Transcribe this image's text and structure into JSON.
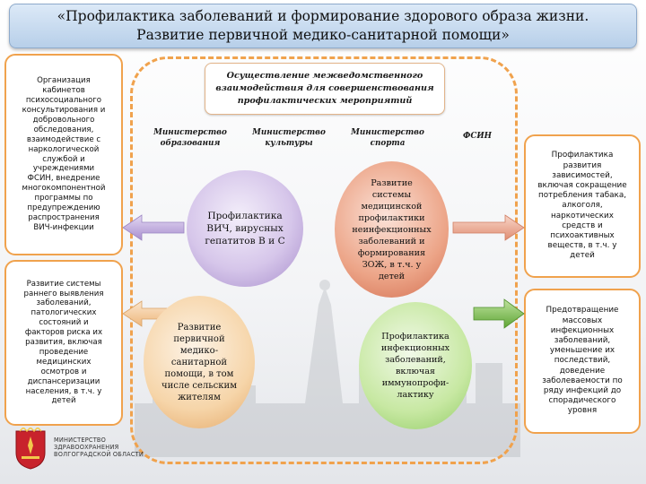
{
  "header": {
    "title_line1": "«Профилактика заболеваний и формирование здорового образа жизни.",
    "title_line2": "Развитие первичной медико-санитарной помощи»"
  },
  "left_boxes": [
    {
      "text": "Организация\nкабинетов\nпсихосоциального\nконсультирования и\nдобровольного\nобследования,\nвзаимодействие с\nнаркологической\nслужбой и\nучреждениями\nФСИН, внедрение\nмногокомпонентной\nпрограммы по\nпредупреждению\nраспространения\nВИЧ-инфекции"
    },
    {
      "text": "Развитие системы\nраннего выявления\nзаболеваний,\nпатологических\nсостояний и\nфакторов риска их\nразвития, включая\nпроведение\nмедицинских\nосмотров и\nдиспансеризации\nнаселения, в т.ч. у\nдетей"
    }
  ],
  "right_boxes": [
    {
      "text": "Профилактика\nразвития\nзависимостей,\nвключая сокращение\nпотребления табака,\nалкоголя,\nнаркотических\nсредств и\nпсихоактивных\nвеществ, в т.ч. у\nдетей"
    },
    {
      "text": "Предотвращение\nмассовых\nинфекционных\nзаболеваний,\nуменьшение их\nпоследствий,\nдоведение\nзаболеваемости по\nряду инфекций до\nспорадического\nуровня"
    }
  ],
  "interagency": {
    "text": "Осуществление межведомственного\nвзаимодействия для совершенствования\nпрофилактических мероприятий"
  },
  "ministries": [
    {
      "label": "Министерство\nобразования"
    },
    {
      "label": "Министерство\nкультуры"
    },
    {
      "label": "Министерство\nспорта"
    },
    {
      "label": "ФСИН"
    }
  ],
  "circles": {
    "hiv": "Профилактика\nВИЧ, вирусных\nгепатитов В и С",
    "ncd": "Развитие\nсистемы\nмедицинской\nпрофилактики\nнеинфекционных\nзаболеваний и\nформирования\nЗОЖ, в т.ч. у\nдетей",
    "pmsp": "Развитие\nпервичной\nмедико-\nсанитарной\nпомощи, в том\nчисле сельским\nжителям",
    "inf": "Профилактика\nинфекционных\nзаболеваний,\nвключая\nиммунопрофи-\nлактику"
  },
  "footer": {
    "line1": "МИНИСТЕРСТВО",
    "line2": "ЗДРАВООХРАНЕНИЯ",
    "line3": "ВОЛГОГРАДСКОЙ ОБЛАСТИ"
  },
  "colors": {
    "title_bg": "#c6daf0",
    "frame_orange": "#f0a24d",
    "arrow_purple": "#b9a3d8",
    "arrow_pink": "#e89880",
    "arrow_peach": "#f2c594",
    "arrow_green": "#7fbf52",
    "emblem_red": "#c8232c"
  },
  "icons": [
    "volgograd-emblem-icon",
    "city-silhouette-icon"
  ]
}
